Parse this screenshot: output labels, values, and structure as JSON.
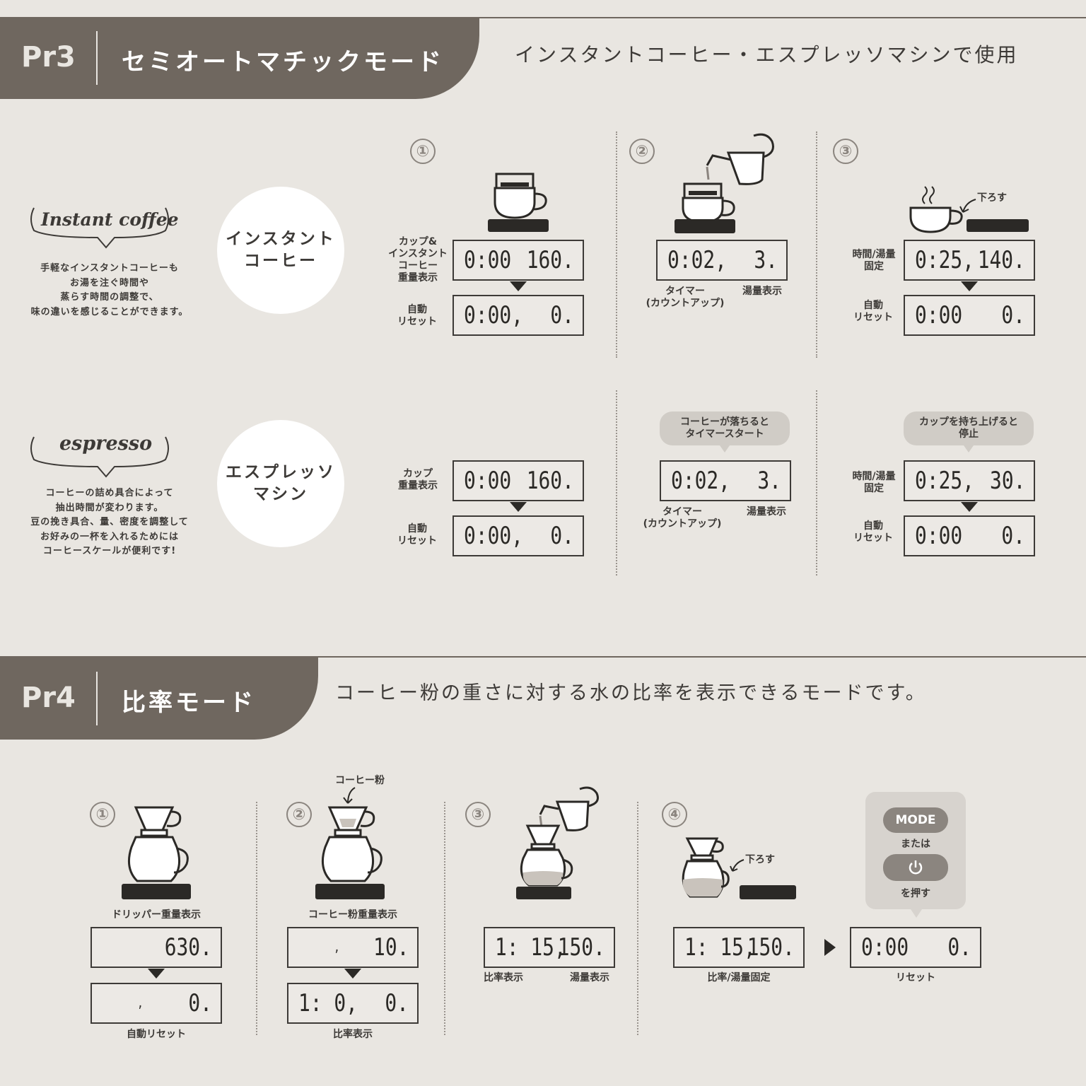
{
  "pr3": {
    "mode": "Pr3",
    "title": "セミオートマチックモード",
    "description": "インスタントコーヒー・エスプレッソマシンで使用",
    "instant": {
      "script_label": "Instant coffee",
      "text": "手軽なインスタントコーヒーも\nお湯を注ぐ時間や\n蒸らす時間の調整で、\n味の違いを感じることができます。",
      "circle": "インスタント\nコーヒー",
      "step1_label_top": "カップ&\nインスタント\nコーヒー\n重量表示",
      "step1_label_bottom": "自動\nリセット",
      "step1_top_l": "0:00",
      "step1_top_r": "160.",
      "step1_bot_l": "0:00,",
      "step1_bot_r": "0.",
      "step2_l": "0:02,",
      "step2_r": "3.",
      "step2_timer": "タイマー\n(カウントアップ)",
      "step2_water": "湯量表示",
      "step3_lower": "下ろす",
      "step3_label_top": "時間/湯量\n固定",
      "step3_label_bottom": "自動\nリセット",
      "step3_top_l": "0:25,",
      "step3_top_r": "140.",
      "step3_bot_l": "0:00",
      "step3_bot_r": "0."
    },
    "espresso": {
      "script_label": "espresso",
      "text": "コーヒーの詰め具合によって\n抽出時間が変わります。\n豆の挽き具合、量、密度を調整して\nお好みの一杯を入れるためには\nコーヒースケールが便利です!",
      "circle": "エスプレッソ\nマシン",
      "step1_label_top": "カップ\n重量表示",
      "step1_label_bottom": "自動\nリセット",
      "step1_top_l": "0:00",
      "step1_top_r": "160.",
      "step1_bot_l": "0:00,",
      "step1_bot_r": "0.",
      "bubble2": "コーヒーが落ちると\nタイマースタート",
      "step2_l": "0:02,",
      "step2_r": "3.",
      "step2_timer": "タイマー\n(カウントアップ)",
      "step2_water": "湯量表示",
      "bubble3": "カップを持ち上げると\n停止",
      "step3_label_top": "時間/湯量\n固定",
      "step3_label_bottom": "自動\nリセット",
      "step3_top_l": "0:25,",
      "step3_top_r": "30.",
      "step3_bot_l": "0:00",
      "step3_bot_r": "0."
    },
    "steps": [
      "①",
      "②",
      "③"
    ]
  },
  "pr4": {
    "mode": "Pr4",
    "title": "比率モード",
    "description": "コーヒー粉の重さに対する水の比率を表示できるモードです。",
    "steps": [
      "①",
      "②",
      "③",
      "④"
    ],
    "s1_label": "ドリッパー重量表示",
    "s1_top_l": "",
    "s1_top_r": "630.",
    "s1_bot_l": ",",
    "s1_bot_r": "0.",
    "s1_bottom_label": "自動リセット",
    "s2_powder": "コーヒー粉",
    "s2_label": "コーヒー粉重量表示",
    "s2_top_l": ",",
    "s2_top_r": "10.",
    "s2_bot_l": "1: 0,",
    "s2_bot_r": "0.",
    "s2_bottom_label": "比率表示",
    "s3_l": "1: 15,",
    "s3_r": "150.",
    "s3_ratio": "比率表示",
    "s3_water": "湯量表示",
    "s4_lower": "下ろす",
    "s4_l": "1: 15,",
    "s4_r": "150.",
    "s4_label": "比率/湯量固定",
    "reset_l": "0:00",
    "reset_r": "0.",
    "reset_label": "リセット",
    "mode_btn": "MODE",
    "or": "または",
    "press": "を押す"
  }
}
